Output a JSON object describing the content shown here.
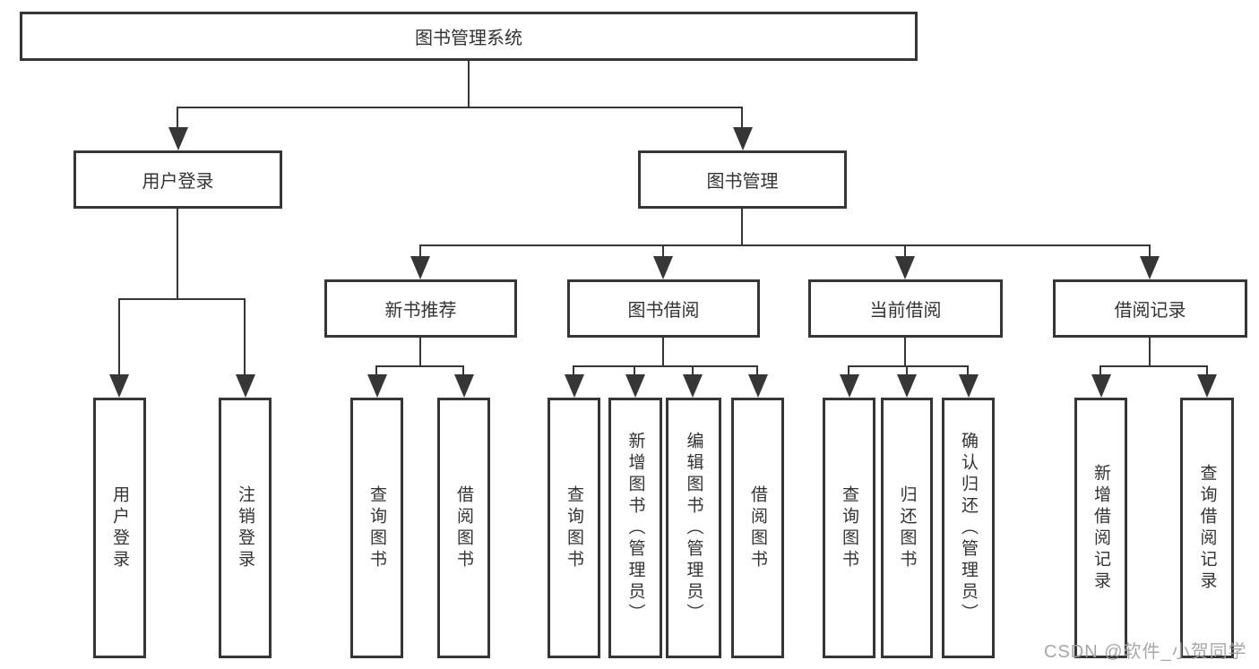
{
  "diagram": {
    "type": "hierarchy",
    "root": {
      "label": "图书管理系统",
      "children": [
        {
          "label": "用户登录",
          "children": [
            {
              "label": "用户登录"
            },
            {
              "label": "注销登录"
            }
          ]
        },
        {
          "label": "图书管理",
          "children": [
            {
              "label": "新书推荐",
              "children": [
                {
                  "label": "查询图书"
                },
                {
                  "label": "借阅图书"
                }
              ]
            },
            {
              "label": "图书借阅",
              "children": [
                {
                  "label": "查询图书"
                },
                {
                  "label": "新增图书（管理员）"
                },
                {
                  "label": "编辑图书（管理员）"
                },
                {
                  "label": "借阅图书"
                }
              ]
            },
            {
              "label": "当前借阅",
              "children": [
                {
                  "label": "查询图书"
                },
                {
                  "label": "归还图书"
                },
                {
                  "label": "确认归还（管理员）"
                }
              ]
            },
            {
              "label": "借阅记录",
              "children": [
                {
                  "label": "新增借阅记录"
                },
                {
                  "label": "查询借阅记录"
                }
              ]
            }
          ]
        }
      ]
    },
    "colors": {
      "line": "#363636",
      "box_border": "#363636",
      "text": "#333333",
      "background": "#ffffff",
      "watermark": "#a0a0a0"
    }
  },
  "watermark": {
    "text": "CSDN @软件_小贺同学"
  }
}
